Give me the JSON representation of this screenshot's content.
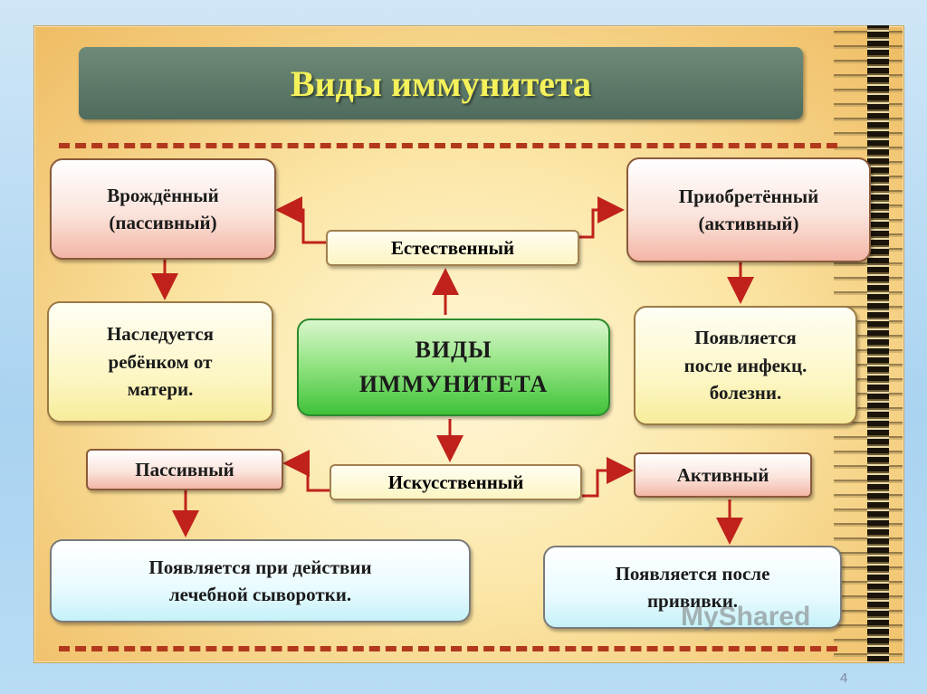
{
  "title": "Виды иммунитета",
  "center": {
    "line1": "ВИДЫ",
    "line2": "ИММУНИТЕТА"
  },
  "natural": {
    "label": "Естественный",
    "innate": {
      "line1": "Врождённый",
      "line2": "(пассивный)"
    },
    "innate_desc": {
      "line1": "Наследуется",
      "line2": "ребёнком от",
      "line3": "матери."
    },
    "acquired": {
      "line1": "Приобретённый",
      "line2": "(активный)"
    },
    "acquired_desc": {
      "line1": "Появляется",
      "line2": "после инфекц.",
      "line3": "болезни."
    }
  },
  "artificial": {
    "label": "Искусственный",
    "passive": "Пассивный",
    "passive_desc": {
      "line1": "Появляется при действии",
      "line2": "лечебной сыворотки."
    },
    "active": "Активный",
    "active_desc": {
      "line1": "Появляется после",
      "line2": "прививки."
    }
  },
  "watermark": "MyShared",
  "page_number": "4",
  "colors": {
    "arrow": "#c0221b",
    "title_text": "#f4f15a",
    "title_bg": "#5a7566",
    "center_bg": "#5fd152"
  }
}
